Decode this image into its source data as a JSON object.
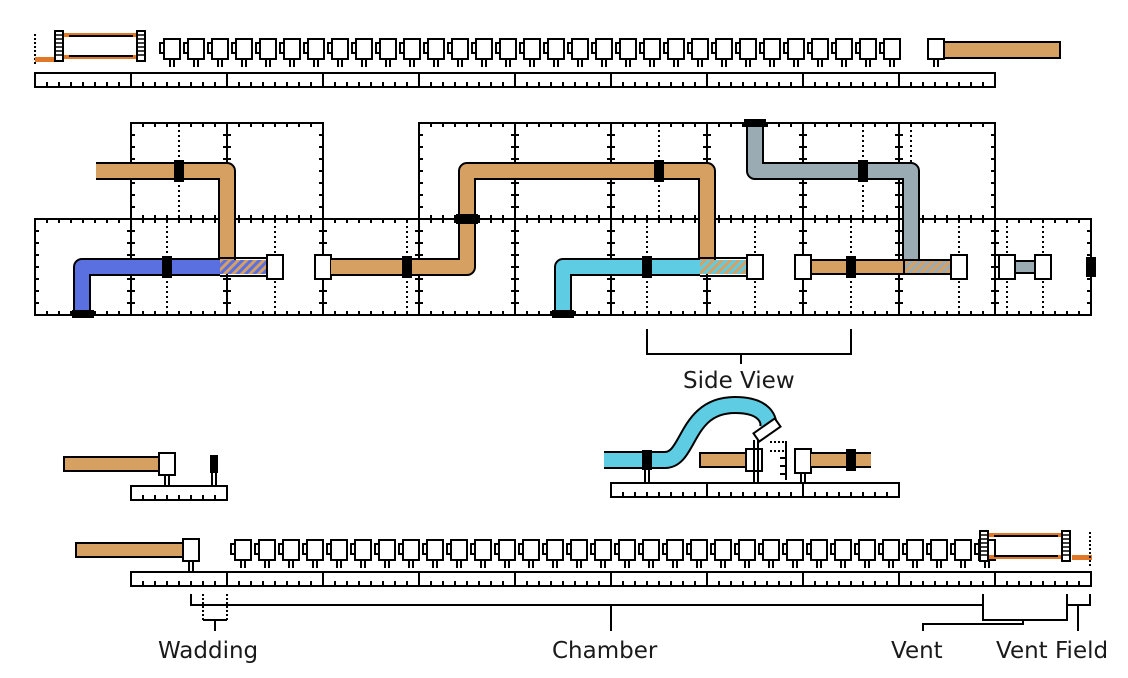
{
  "colors": {
    "tan": "#d6a063",
    "blue": "#5a6fe0",
    "cyan": "#5ecde3",
    "gray": "#9aabb3",
    "orange": "#e07828",
    "black": "#000000",
    "white": "#ffffff"
  },
  "labels": {
    "side_view": "Side View",
    "wadding": "Wadding",
    "chamber": "Chamber",
    "vent": "Vent",
    "vent_field": "Vent Field"
  },
  "top_strip": {
    "chamber_units": 31
  },
  "bottom_strip": {
    "chamber_units": 32
  },
  "pipes": [
    {
      "name": "blue-pipe",
      "color": "blue"
    },
    {
      "name": "tan-pipe-upper-left",
      "color": "tan"
    },
    {
      "name": "tan-pipe-middle",
      "color": "tan"
    },
    {
      "name": "cyan-pipe",
      "color": "cyan"
    },
    {
      "name": "gray-pipe",
      "color": "gray"
    },
    {
      "name": "tan-pipe-right",
      "color": "tan"
    }
  ]
}
